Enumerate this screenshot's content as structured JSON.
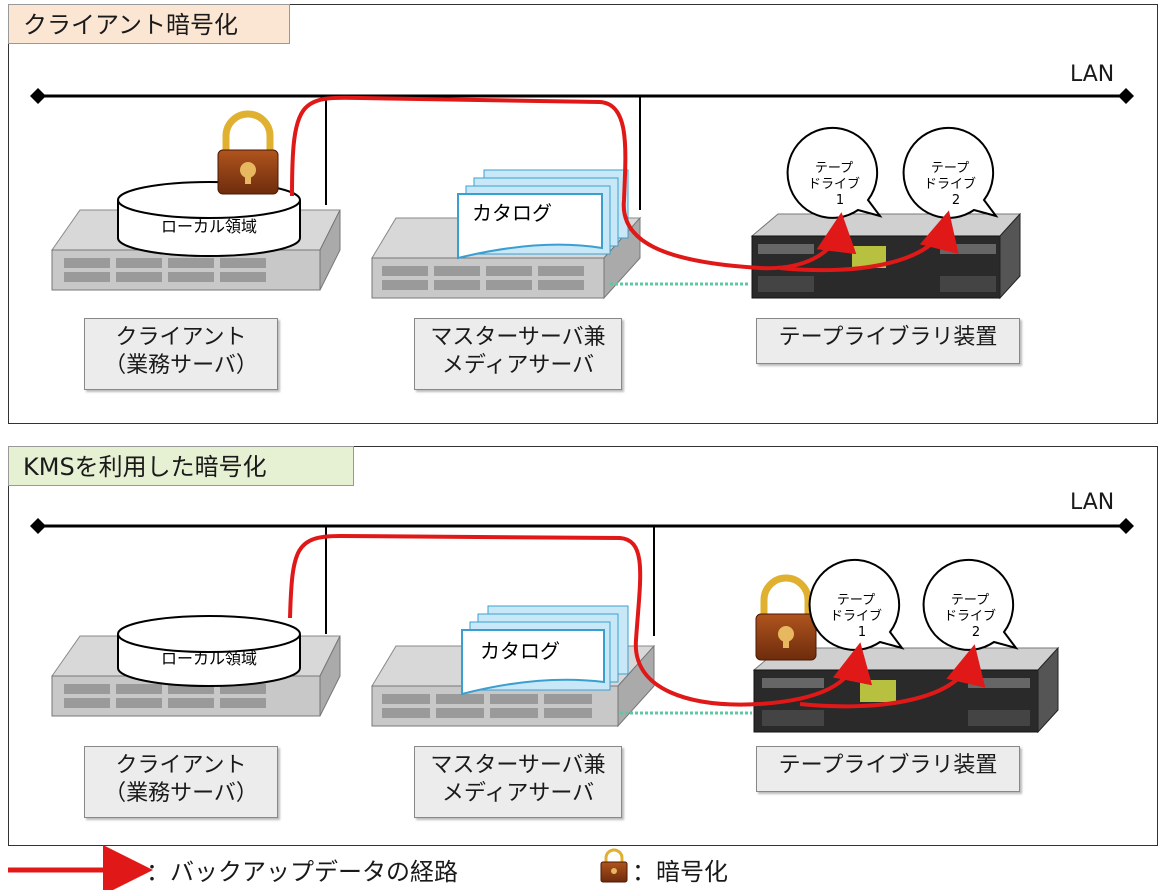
{
  "panels": [
    {
      "title": "クライアント暗号化",
      "lan": "LAN",
      "local_area": "ローカル領域",
      "catalog": "カタログ",
      "drive1": [
        "テープ",
        "ドライブ",
        "1"
      ],
      "drive2": [
        "テープ",
        "ドライブ",
        "2"
      ],
      "client": [
        "クライアント",
        "（業務サーバ）"
      ],
      "master": [
        "マスターサーバ兼",
        "メディアサーバ"
      ],
      "library": "テープライブラリ装置"
    },
    {
      "title": "KMSを利用した暗号化",
      "lan": "LAN",
      "local_area": "ローカル領域",
      "catalog": "カタログ",
      "drive1": [
        "テープ",
        "ドライブ",
        "1"
      ],
      "drive2": [
        "テープ",
        "ドライブ",
        "2"
      ],
      "client": [
        "クライアント",
        "（業務サーバ）"
      ],
      "master": [
        "マスターサーバ兼",
        "メディアサーバ"
      ],
      "library": "テープライブラリ装置"
    }
  ],
  "legend": {
    "path": "：バックアップデータの経路",
    "encrypt": "：暗号化"
  },
  "colors": {
    "path": "#e01818",
    "lock": "#d08a18",
    "link": "#5ec8a0"
  }
}
